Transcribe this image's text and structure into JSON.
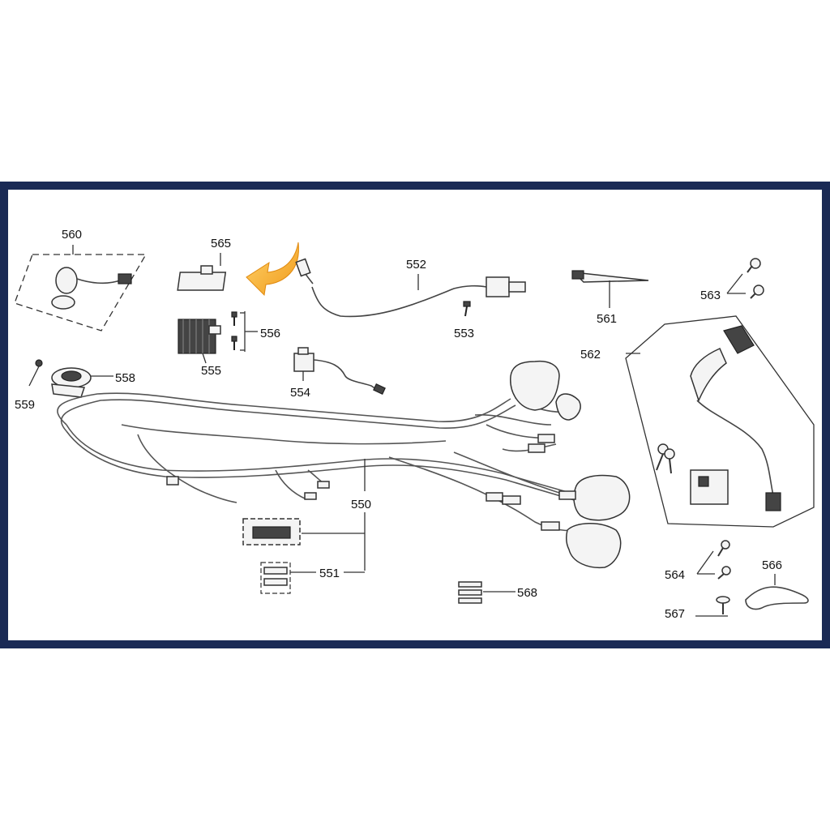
{
  "diagram": {
    "callouts": {
      "c550": "550",
      "c551": "551",
      "c552": "552",
      "c553": "553",
      "c554": "554",
      "c555": "555",
      "c556": "556",
      "c558": "558",
      "c559": "559",
      "c560": "560",
      "c561": "561",
      "c562": "562",
      "c563": "563",
      "c564": "564",
      "c565": "565",
      "c566": "566",
      "c567": "567",
      "c568": "568"
    },
    "colors": {
      "border": "#1a2a55",
      "line": "#333333",
      "arrow_highlight": "#f5a623",
      "background": "#ffffff"
    }
  }
}
